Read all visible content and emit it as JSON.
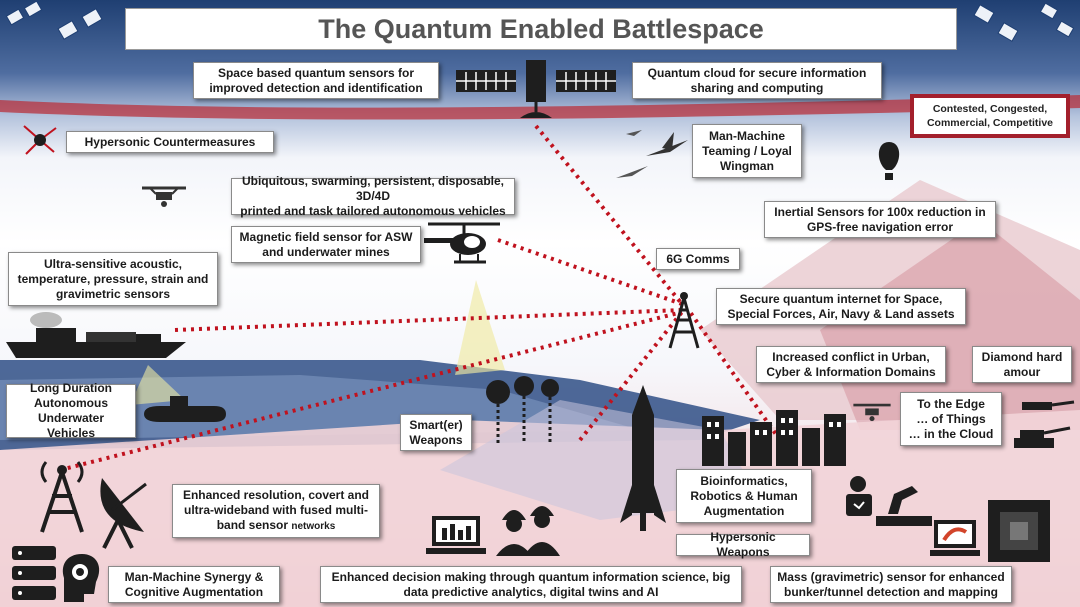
{
  "title": "The Quantum Enabled Battlespace",
  "contested_note": "Contested, Congested,\nCommercial, Competitive",
  "labels": {
    "space_sensors": "Space based quantum sensors for\nimproved detection and identification",
    "quantum_cloud": "Quantum cloud for secure information\nsharing and computing",
    "hypersonic_countermeasures": "Hypersonic Countermeasures",
    "man_machine_teaming": "Man-Machine\nTeaming / Loyal\nWingman",
    "autonomous_vehicles": "Ubiquitous, swarming, persistent, disposable, 3D/4D\nprinted and task tailored autonomous vehicles",
    "inertial_sensors": "Inertial Sensors for 100x reduction in\nGPS-free navigation error",
    "magnetic_sensor": "Magnetic field sensor for ASW\nand underwater mines",
    "comms_6g": "6G Comms",
    "ultra_sensitive": "Ultra-sensitive acoustic,\ntemperature, pressure, strain and\ngravimetric sensors",
    "secure_internet": "Secure quantum internet for Space,\nSpecial Forces, Air, Navy & Land assets",
    "urban_conflict": "Increased conflict in Urban,\nCyber & Information Domains",
    "diamond_armour": "Diamond hard\namour",
    "underwater_vehicles": "Long Duration\nAutonomous\nUnderwater Vehicles",
    "smart_weapons": "Smart(er)\nWeapons",
    "edge": "To the Edge\n… of Things\n… in the Cloud",
    "bioinformatics": "Bioinformatics,\nRobotics  & Human\nAugmentation",
    "enhanced_resolution": "Enhanced resolution, covert and\nultra-wideband with fused multi-\nband sensor",
    "enhanced_resolution_suffix": "networks",
    "hypersonic_weapons": "Hypersonic Weapons",
    "man_machine_synergy": "Man-Machine Synergy &\nCognitive Augmentation",
    "decision_making": "Enhanced decision making through quantum information science, big\ndata predictive analytics, digital twins and AI",
    "gravimetric_sensor": "Mass (gravimetric) sensor for enhanced\nbunker/tunnel detection and mapping"
  },
  "colors": {
    "link_red": "#c0121e",
    "accent_red": "#a31f2c",
    "sky_navy": "#1f3f72",
    "icon_dark": "#1e1e1e"
  },
  "icons": [
    "satellite-icon",
    "radar-dish-icon",
    "cell-tower-icon",
    "helicopter-icon",
    "drone-icon",
    "jet-icon",
    "balloon-icon",
    "ship-icon",
    "submarine-icon",
    "rocket-icon",
    "city-icon",
    "laptop-icon",
    "soldiers-icon",
    "server-icon",
    "brain-icon",
    "robot-arm-icon",
    "tank-icon",
    "chip-icon",
    "missile-icon"
  ]
}
